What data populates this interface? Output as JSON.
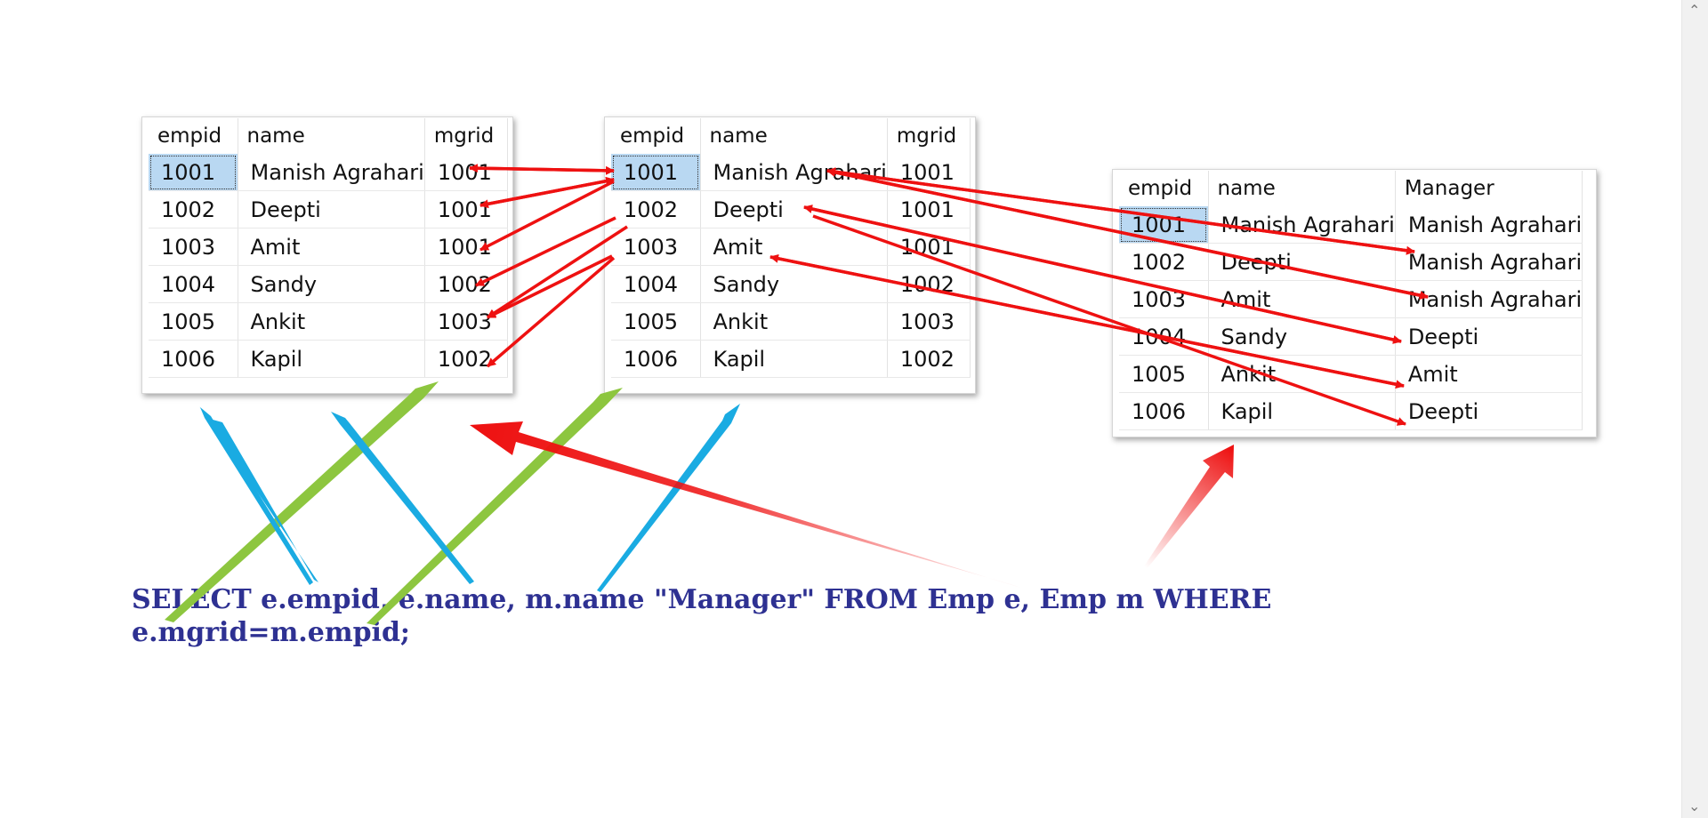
{
  "tables": [
    {
      "columns": [
        "empid",
        "name",
        "mgrid"
      ],
      "rows": [
        [
          "1001",
          "Manish Agrahari",
          "1001"
        ],
        [
          "1002",
          "Deepti",
          "1001"
        ],
        [
          "1003",
          "Amit",
          "1001"
        ],
        [
          "1004",
          "Sandy",
          "1002"
        ],
        [
          "1005",
          "Ankit",
          "1003"
        ],
        [
          "1006",
          "Kapil",
          "1002"
        ]
      ]
    },
    {
      "columns": [
        "empid",
        "name",
        "mgrid"
      ],
      "rows": [
        [
          "1001",
          "Manish Agrahari",
          "1001"
        ],
        [
          "1002",
          "Deepti",
          "1001"
        ],
        [
          "1003",
          "Amit",
          "1001"
        ],
        [
          "1004",
          "Sandy",
          "1002"
        ],
        [
          "1005",
          "Ankit",
          "1003"
        ],
        [
          "1006",
          "Kapil",
          "1002"
        ]
      ]
    },
    {
      "columns": [
        "empid",
        "name",
        "Manager"
      ],
      "rows": [
        [
          "1001",
          "Manish Agrahari",
          "Manish Agrahari"
        ],
        [
          "1002",
          "Deepti",
          "Manish Agrahari"
        ],
        [
          "1003",
          "Amit",
          "Manish Agrahari"
        ],
        [
          "1004",
          "Sandy",
          "Deepti"
        ],
        [
          "1005",
          "Ankit",
          "Amit"
        ],
        [
          "1006",
          "Kapil",
          "Deepti"
        ]
      ]
    }
  ],
  "sql": {
    "line1": "SELECT e.empid, e.name, m.name  \"Manager\" FROM Emp e, Emp m WHERE",
    "line2": "e.mgrid=m.empid;"
  },
  "colors": {
    "sql_text": "#2e3192",
    "join_arrow": "#ee1111",
    "e_alias_arrow": "#8dc63f",
    "m_alias_arrow": "#1aabe2",
    "selection": "#b9d8f2"
  },
  "scrollbar": {
    "up_icon": "chevron-up-icon",
    "down_icon": "chevron-down-icon"
  }
}
